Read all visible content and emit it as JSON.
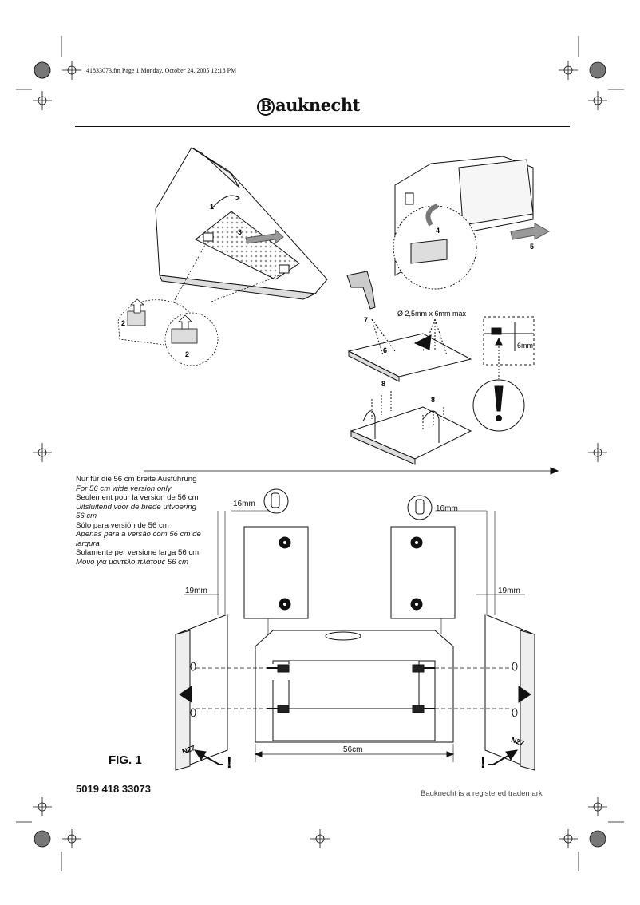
{
  "header": {
    "file_line": "41833073.fm  Page 1  Monday, October 24, 2005  12:18 PM",
    "logo": "Bauknecht",
    "logo_initial": "B",
    "logo_rest": "auknecht"
  },
  "top_figure": {
    "steps": [
      "1",
      "2",
      "2",
      "3",
      "4",
      "5",
      "6",
      "7",
      "8",
      "8"
    ],
    "drill_spec": "Ø 2,5mm x 6mm max",
    "depth_label": "6mm",
    "warning_symbol": "!"
  },
  "version_note": {
    "lines": [
      {
        "text": "Nur für die 56 cm breite Ausführung",
        "italic": false
      },
      {
        "text": "For 56 cm wide version only",
        "italic": true
      },
      {
        "text": "Seulement pour la version de 56 cm",
        "italic": false
      },
      {
        "text": "Uitsluitend voor de brede uitvoering",
        "italic": true
      },
      {
        "text": "56 cm",
        "italic": true
      },
      {
        "text": "Sólo para versión de 56 cm",
        "italic": false
      },
      {
        "text": "Apenas para a versão com 56 cm de",
        "italic": true
      },
      {
        "text": "largura",
        "italic": true
      },
      {
        "text": "Solamente per versione larga 56 cm",
        "italic": false
      },
      {
        "text": "Μόνο για μοντέλο πλάτους 56 cm",
        "italic": true
      }
    ]
  },
  "bottom_figure": {
    "dim_16_left": "16mm",
    "dim_16_right": "16mm",
    "dim_19_left": "19mm",
    "dim_19_right": "19mm",
    "width": "56cm",
    "panel_code_left": "N27",
    "panel_code_right": "N27",
    "warn_left": "!",
    "warn_right": "!"
  },
  "footer": {
    "fig_label": "FIG. 1",
    "part_number": "5019 418 33073",
    "trademark": "Bauknecht is a registered trademark"
  }
}
